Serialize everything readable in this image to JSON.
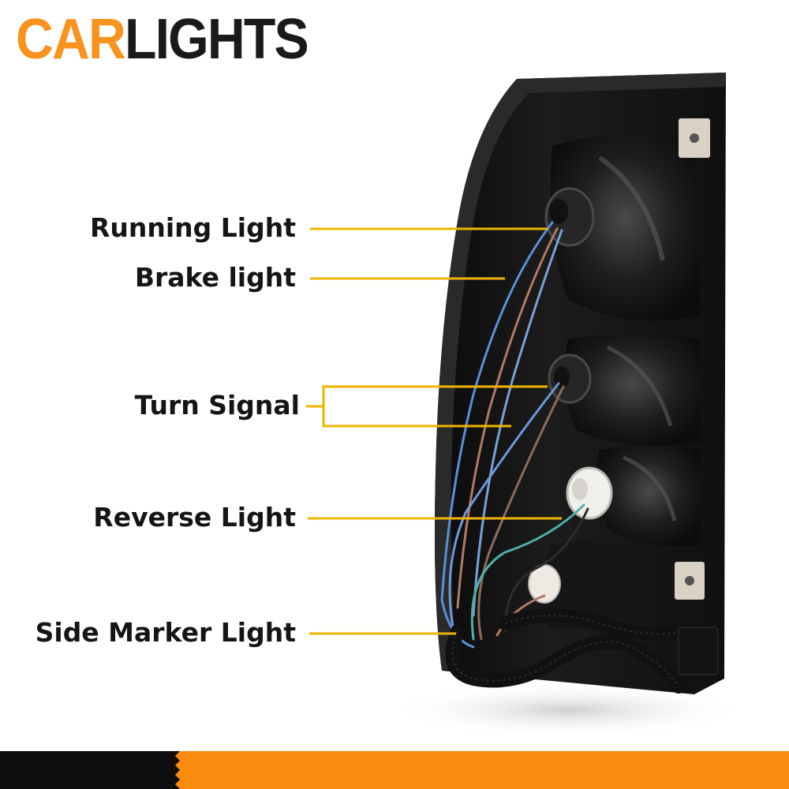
{
  "brand": {
    "part1": "CAR",
    "part2": "LIGHTS"
  },
  "callouts": {
    "running": "Running Light",
    "brake": "Brake light",
    "turn": "Turn Signal",
    "reverse": "Reverse Light",
    "side_marker": "Side Marker Light"
  },
  "colors": {
    "brand_orange": "#f7931e",
    "leader_line": "#f0b400",
    "footer_orange": "#fb8b0f",
    "footer_black": "#0e0e0e"
  }
}
